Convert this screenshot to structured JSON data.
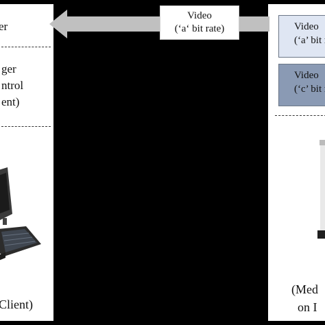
{
  "flow": {
    "label_line1": "Video",
    "label_line2": "(‘a‘ bit rate)"
  },
  "client": {
    "row1": "er",
    "row2": [
      "ger",
      "ntrol",
      "ent)"
    ],
    "caption": "Client)"
  },
  "server": {
    "video_boxes": [
      {
        "line1": "Video",
        "line2": "(‘a’ bit r"
      },
      {
        "line1": "Video",
        "line2": "(‘c’ bit r"
      }
    ],
    "caption_line1": "(Med",
    "caption_line2": "on I"
  },
  "colors": {
    "background": "#000000",
    "panel": "#ffffff",
    "arrow": "#c0c0c0",
    "box_light": "#dfe6f3",
    "box_dark": "#8a9ab4"
  }
}
